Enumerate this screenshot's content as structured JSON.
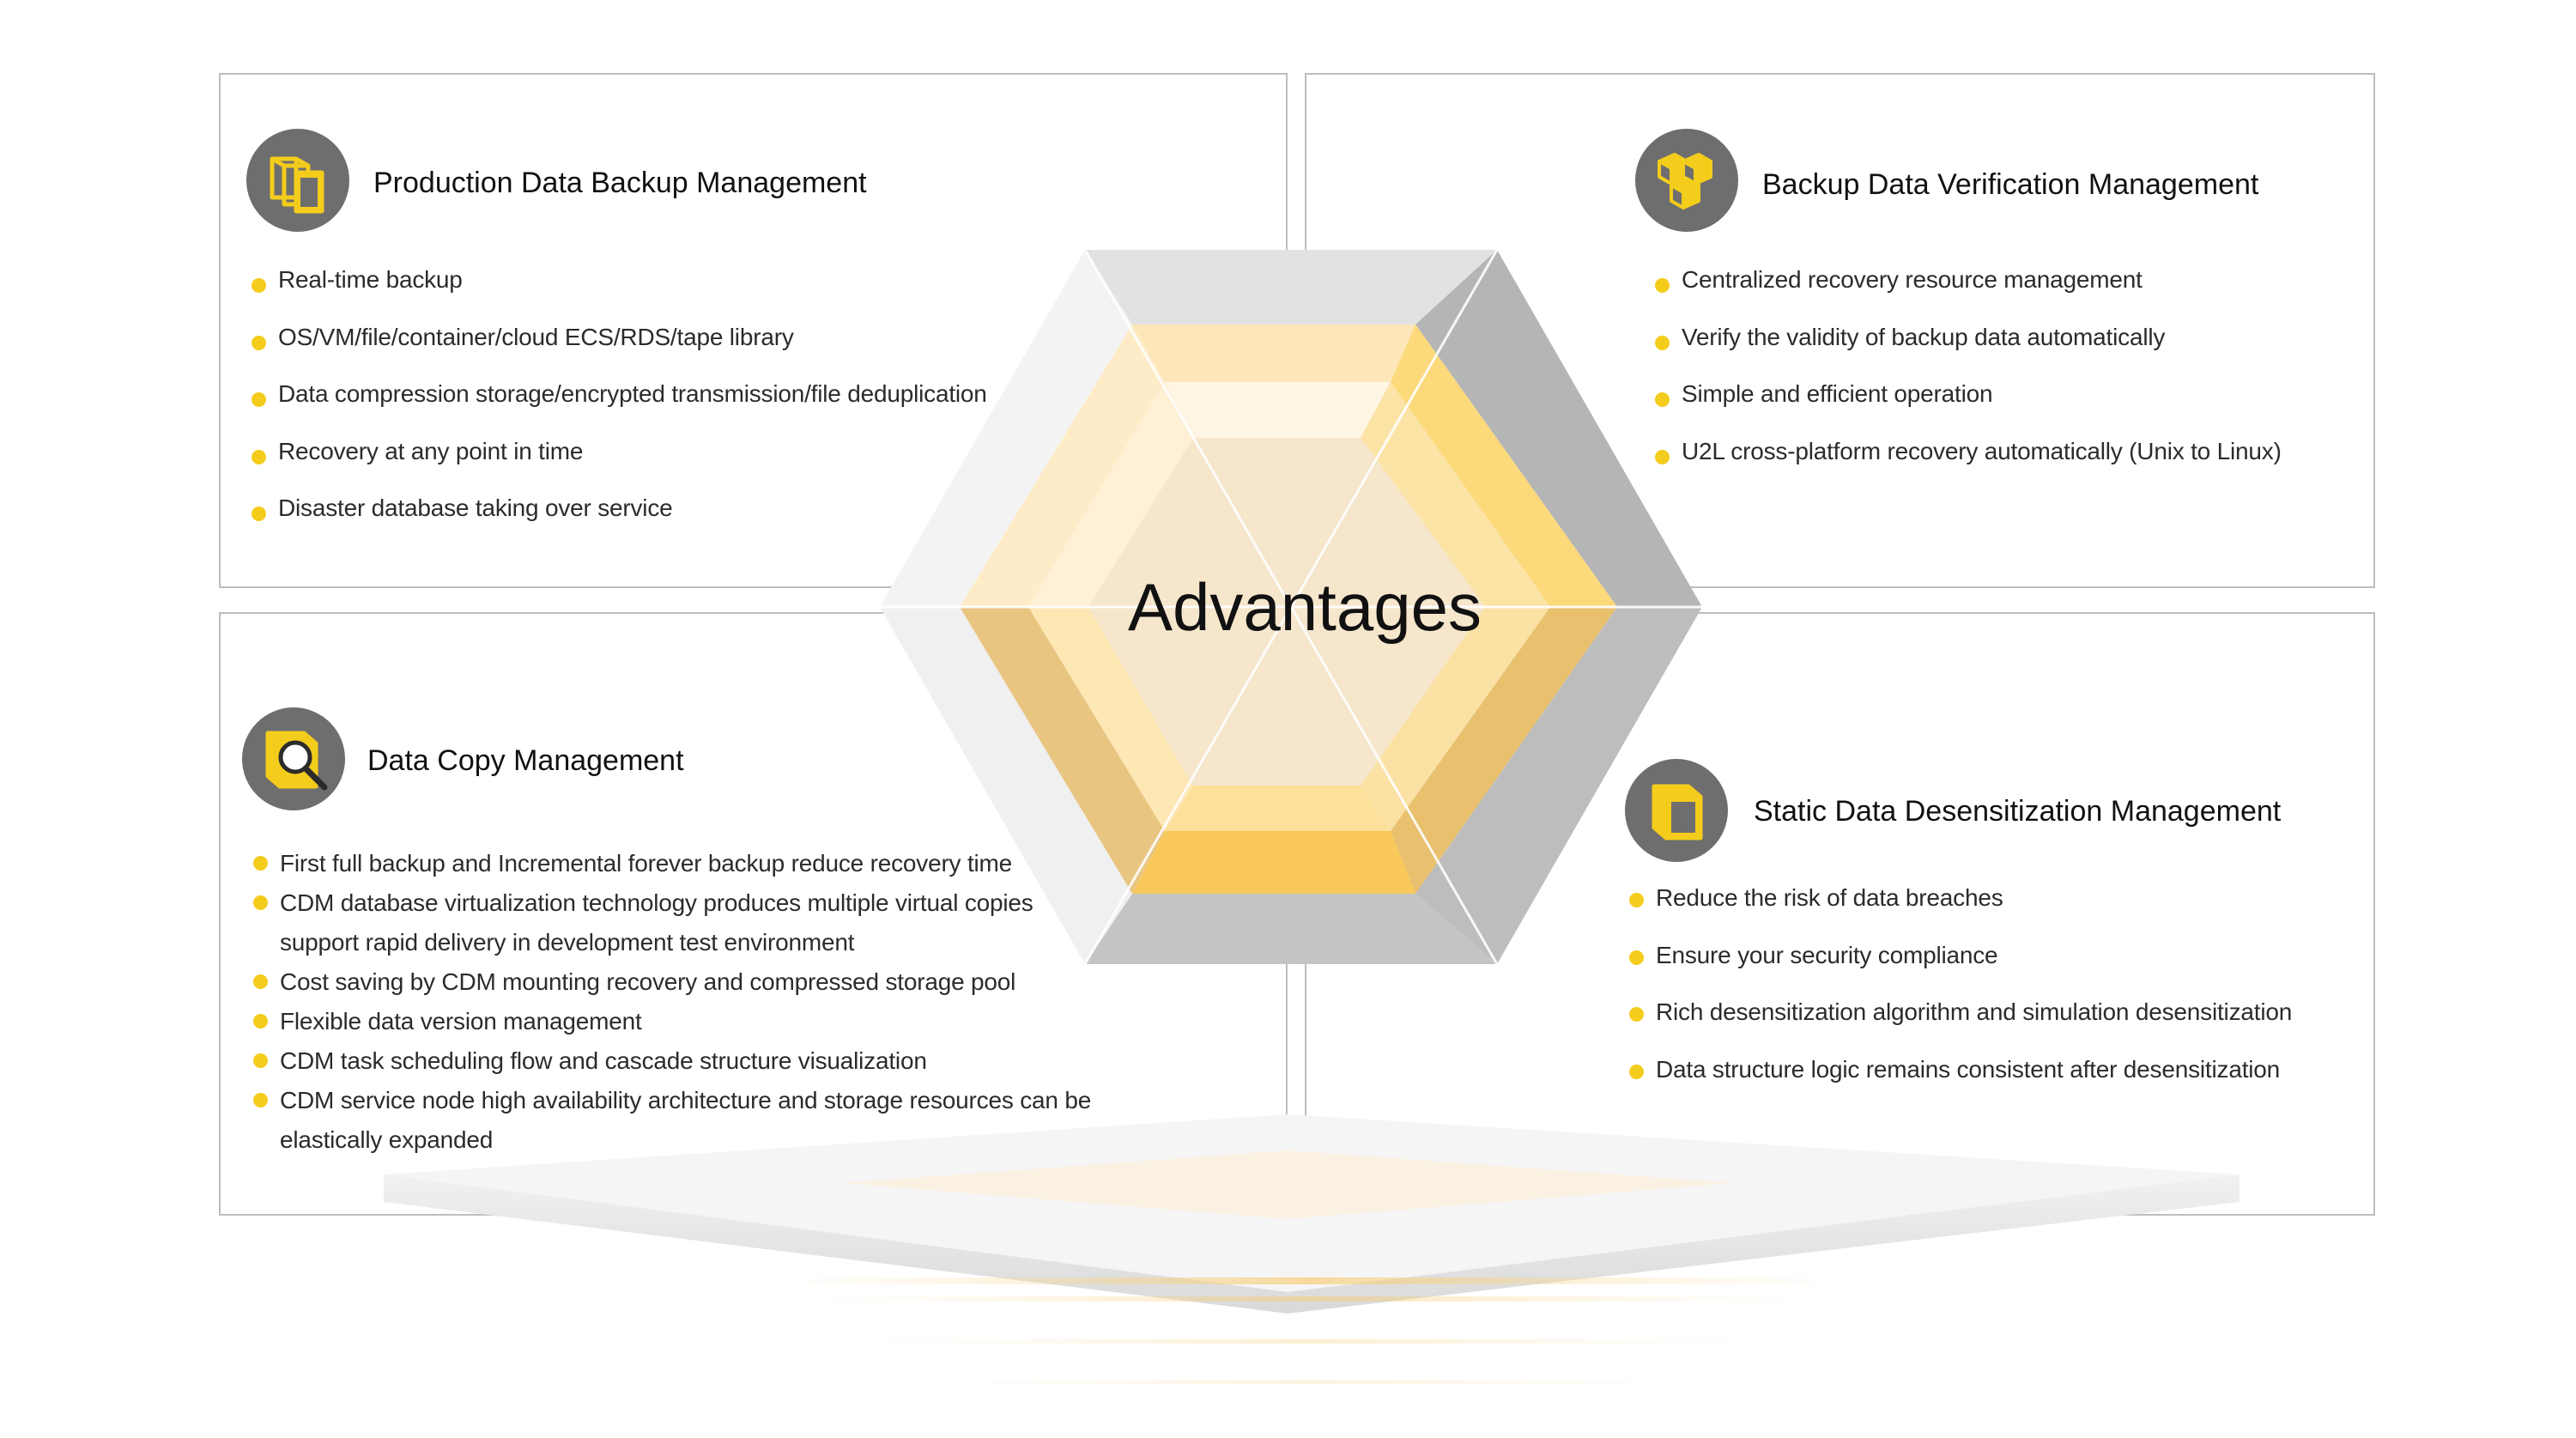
{
  "center": {
    "title": "Advantages"
  },
  "panels": {
    "top_left": {
      "title": "Production Data Backup Management",
      "icon": "stacked-boxes-icon",
      "items": [
        "Real-time backup",
        "OS/VM/file/container/cloud ECS/RDS/tape library",
        "Data compression storage/encrypted transmission/file deduplication",
        "Recovery at any point in time",
        "Disaster database taking over service"
      ]
    },
    "top_right": {
      "title": "Backup Data Verification Management",
      "icon": "cube-cluster-icon",
      "items": [
        "Centralized recovery resource management",
        "Verify the validity of backup data automatically",
        "Simple and efficient operation",
        "U2L cross-platform recovery automatically (Unix to Linux)"
      ]
    },
    "bottom_left": {
      "title": "Data Copy Management",
      "icon": "box-magnifier-icon",
      "items": [
        "First full backup and Incremental forever backup reduce recovery time",
        "CDM database virtualization technology produces multiple virtual copies",
        "support rapid delivery in development test environment",
        "Cost saving by CDM mounting recovery and compressed storage pool",
        "Flexible data version management",
        "CDM task scheduling flow and cascade structure visualization",
        "CDM service node high availability architecture and storage resources can be",
        "elastically expanded"
      ]
    },
    "bottom_right": {
      "title": "Static Data Desensitization Management",
      "icon": "stacked-boxes-icon",
      "items": [
        "Reduce the risk of data breaches",
        "Ensure your security compliance",
        "Rich desensitization algorithm and simulation desensitization",
        "Data structure logic remains consistent after desensitization"
      ]
    }
  },
  "colors": {
    "bullet": "#f4cc1c",
    "icon_bg": "#6e6e6e",
    "icon_fg": "#f4cc1c",
    "panel_border": "#bdbdbd"
  }
}
